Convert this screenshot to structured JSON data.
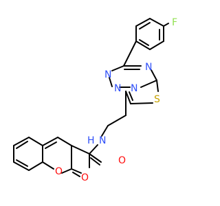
{
  "colors": {
    "bond": "#000000",
    "carbon": "#000000",
    "nitrogen": "#3050f8",
    "oxygen": "#ff0d0d",
    "sulfur": "#c6a300",
    "fluorine": "#90e050",
    "background": "#ffffff"
  },
  "atoms": {
    "F": "F",
    "N_triazole_top": "N",
    "N_triazole_left": "N",
    "N_triazole_bridge": "N",
    "S": "S",
    "NH": "N",
    "H": "H",
    "O_carbonyl": "O",
    "O_ring": "O",
    "O_lactone": "O"
  }
}
